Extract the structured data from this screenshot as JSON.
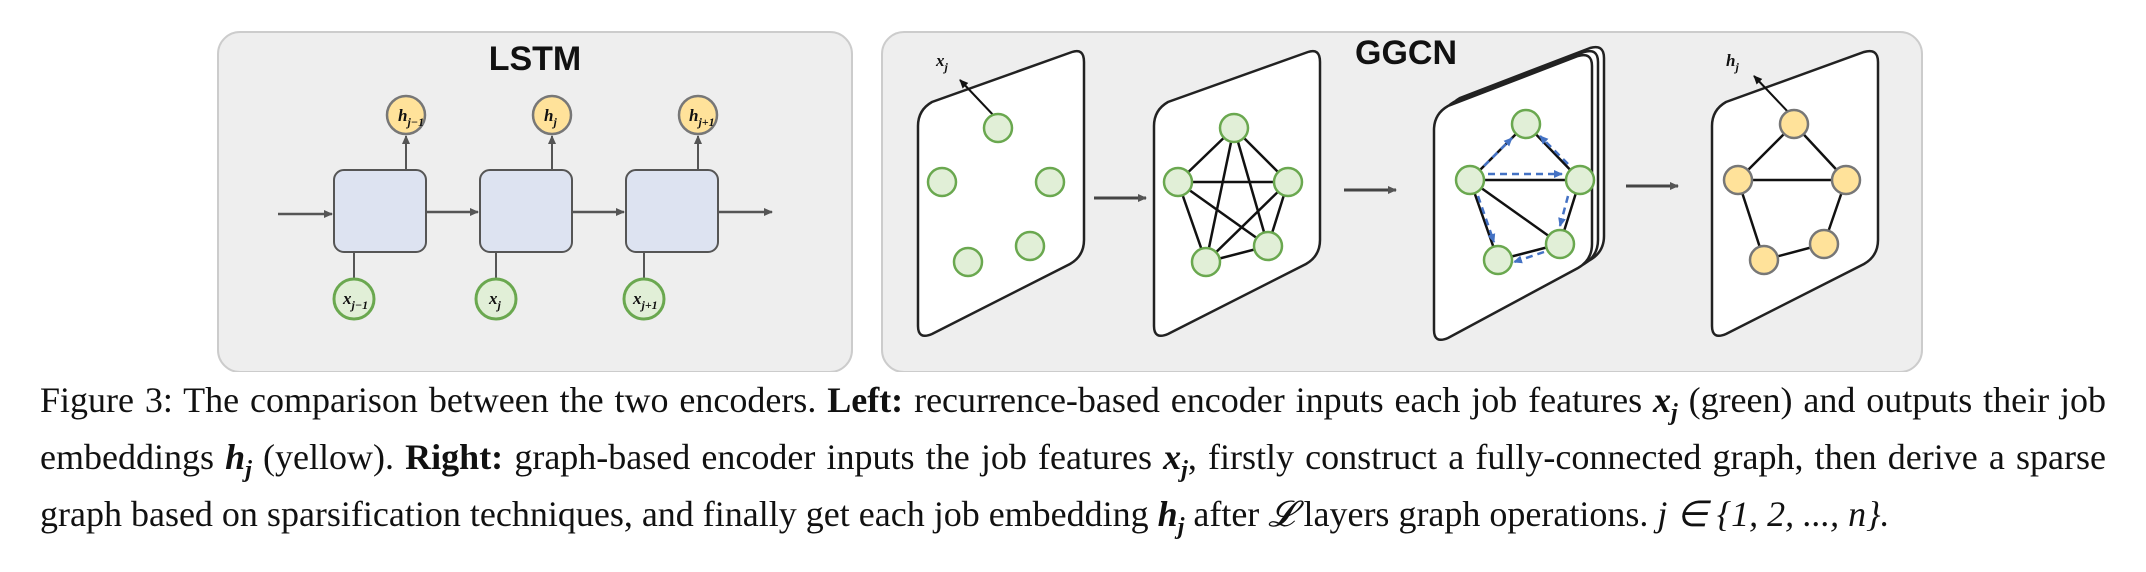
{
  "lstm": {
    "title": "LSTM",
    "top_nodes": [
      {
        "main": "h",
        "sub": "j−1"
      },
      {
        "main": "h",
        "sub": "j"
      },
      {
        "main": "h",
        "sub": "j+1"
      }
    ],
    "bottom_nodes": [
      {
        "main": "x",
        "sub": "j−1"
      },
      {
        "main": "x",
        "sub": "j"
      },
      {
        "main": "x",
        "sub": "j+1"
      }
    ]
  },
  "ggcn": {
    "title": "GGCN",
    "input_label": {
      "main": "x",
      "sub": "j"
    },
    "output_label": {
      "main": "h",
      "sub": "j"
    }
  },
  "colors": {
    "panel_bg": "#eeeeee",
    "cell_fill": "#dde3f1",
    "green_node": "#e1efd7",
    "green_stroke": "#6aa84f",
    "yellow_node": "#ffe29a",
    "dashed_arrow": "#4472c4"
  },
  "caption": {
    "figure_label": "Figure 3: The comparison between the two encoders.",
    "left_label": "Left:",
    "left_text_1": "recurrence-based encoder inputs each job features",
    "x_j": "x",
    "x_sub": "j",
    "left_text_2": "(green) and outputs their job embeddings",
    "h_j": "h",
    "h_sub": "j",
    "left_text_3": "(yellow).",
    "right_label": "Right:",
    "right_text_1": "graph-based encoder inputs the job features",
    "right_text_2": ", firstly construct a fully-connected graph, then derive a sparse graph based on sparsification techniques, and finally get each job embedding",
    "right_text_3": "after",
    "L": "𝓛",
    "right_text_4": "layers graph operations.",
    "set_expr": "j ∈ {1, 2, ..., n}."
  }
}
